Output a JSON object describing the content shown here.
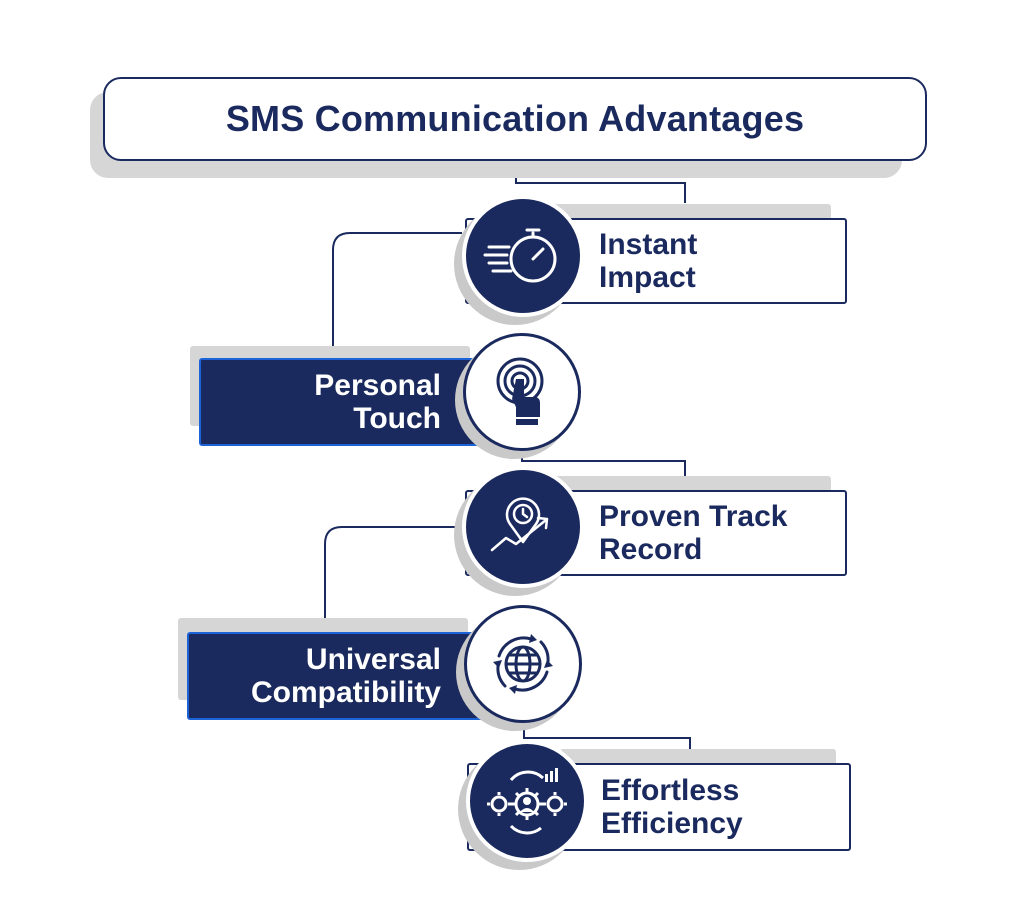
{
  "title": "SMS Communication Advantages",
  "items": [
    {
      "line1": "Instant",
      "line2": "Impact",
      "icon": "stopwatch-icon"
    },
    {
      "line1": "Personal",
      "line2": "Touch",
      "icon": "touch-finger-icon"
    },
    {
      "line1": "Proven Track",
      "line2": "Record",
      "icon": "location-clock-icon"
    },
    {
      "line1": "Universal",
      "line2": "Compatibility",
      "icon": "globe-sync-icon"
    },
    {
      "line1": "Effortless",
      "line2": "Efficiency",
      "icon": "gears-user-icon"
    }
  ],
  "colors": {
    "navy": "#1b2a5e",
    "accent_blue": "#1d63d8",
    "shadow": "#d6d6d6"
  }
}
